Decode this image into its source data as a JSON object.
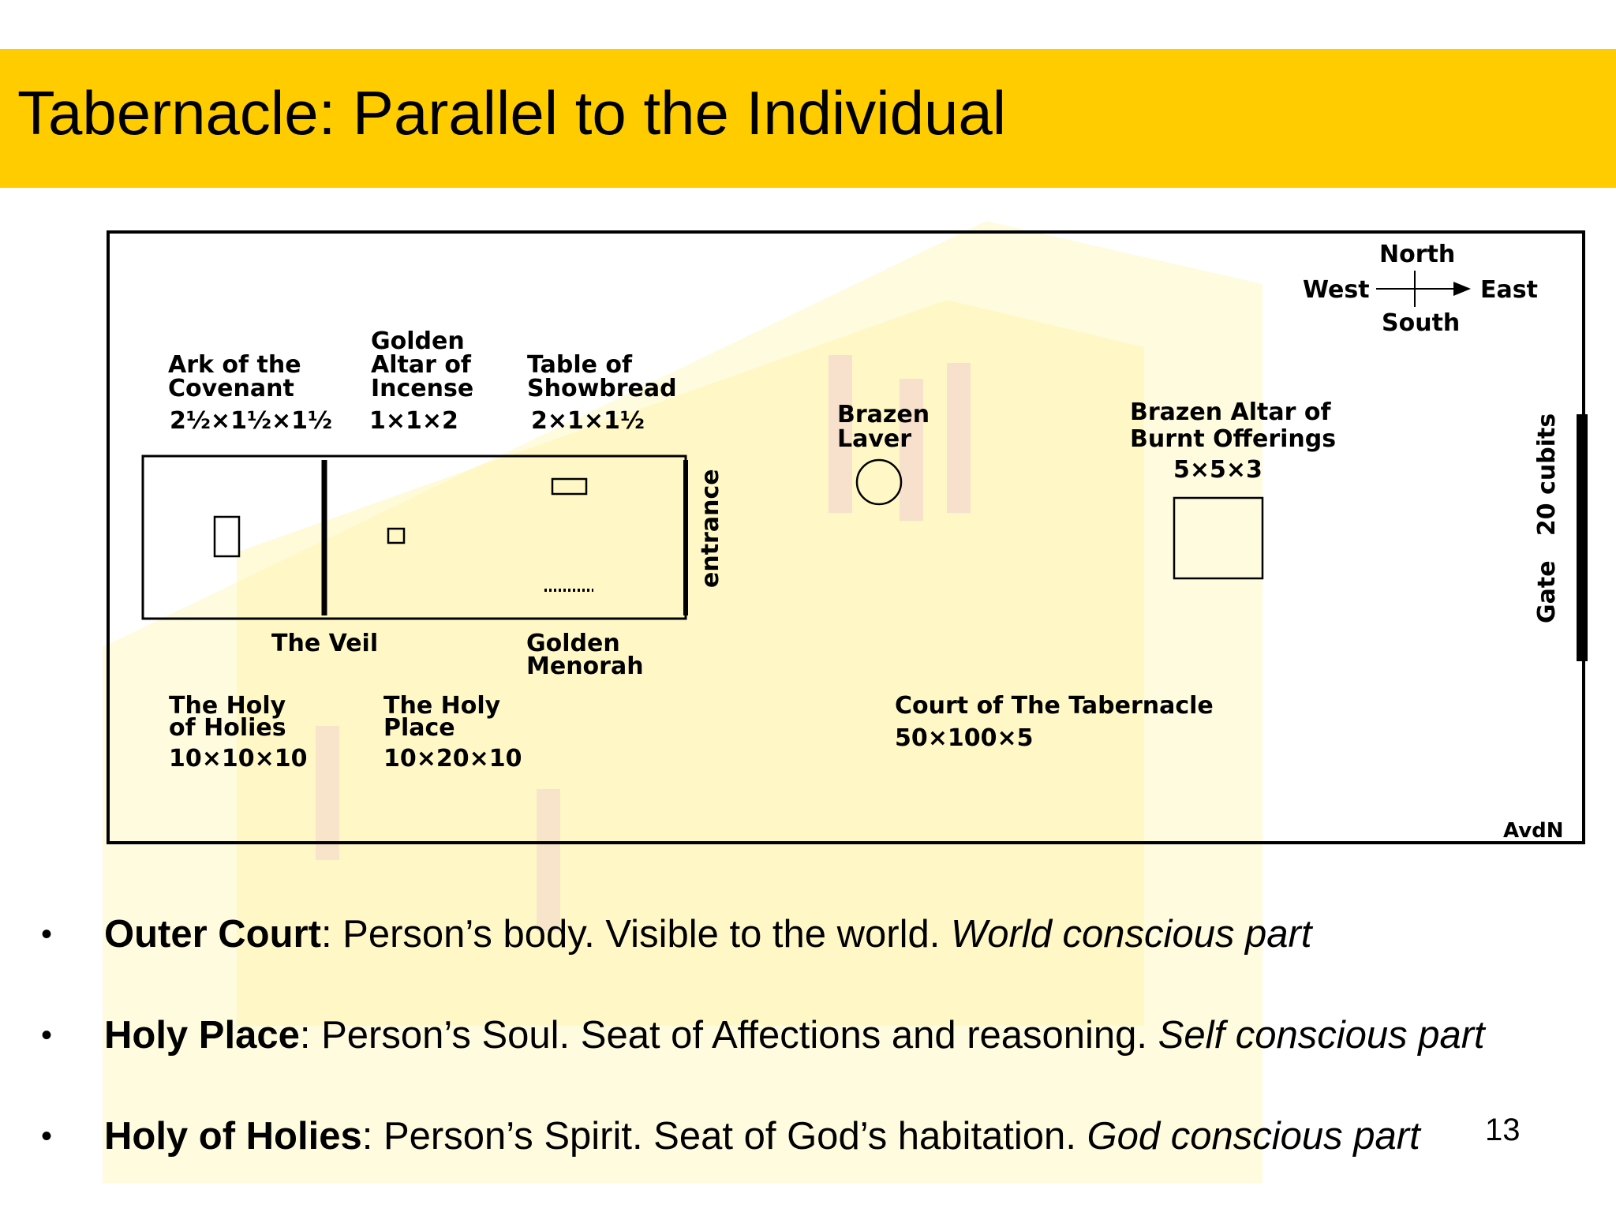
{
  "slide": {
    "title": "Tabernacle: Parallel to the Individual",
    "page_number": "13",
    "accent_color": "#ffcc00"
  },
  "diagram": {
    "compass": {
      "north": "North",
      "south": "South",
      "west": "West",
      "east": "East"
    },
    "ark": {
      "line1": "Ark of the",
      "line2": "Covenant",
      "dims": "2½×1½×1½"
    },
    "incense_altar": {
      "line1": "Golden",
      "line2": "Altar of",
      "line3": "Incense",
      "dims": "1×1×2"
    },
    "showbread": {
      "line1": "Table of",
      "line2": "Showbread",
      "dims": "2×1×1½"
    },
    "laver": {
      "line1": "Brazen",
      "line2": "Laver"
    },
    "brazen_altar": {
      "line1": "Brazen Altar of",
      "line2": "Burnt Offerings",
      "dims": "5×5×3"
    },
    "entrance": "entrance",
    "gate": "Gate   20 cubits",
    "veil": "The Veil",
    "menorah": {
      "line1": "Golden",
      "line2": "Menorah"
    },
    "holy_of_holies": {
      "line1": "The Holy",
      "line2": "of Holies",
      "dims": "10×10×10"
    },
    "holy_place": {
      "line1": "The Holy",
      "line2": "Place",
      "dims": "10×20×10"
    },
    "court": {
      "line1": "Court of The Tabernacle",
      "dims": "50×100×5"
    },
    "credit": "AvdN"
  },
  "bullets": [
    {
      "term": "Outer Court",
      "text": ": Person’s body. Visible to the world. ",
      "note": "World conscious part"
    },
    {
      "term": "Holy Place",
      "text": ": Person’s Soul. Seat of Affections and reasoning. ",
      "note": "Self conscious part"
    },
    {
      "term": "Holy of Holies",
      "text": ": Person’s Spirit. Seat of God’s habitation. ",
      "note": "God conscious part"
    }
  ]
}
